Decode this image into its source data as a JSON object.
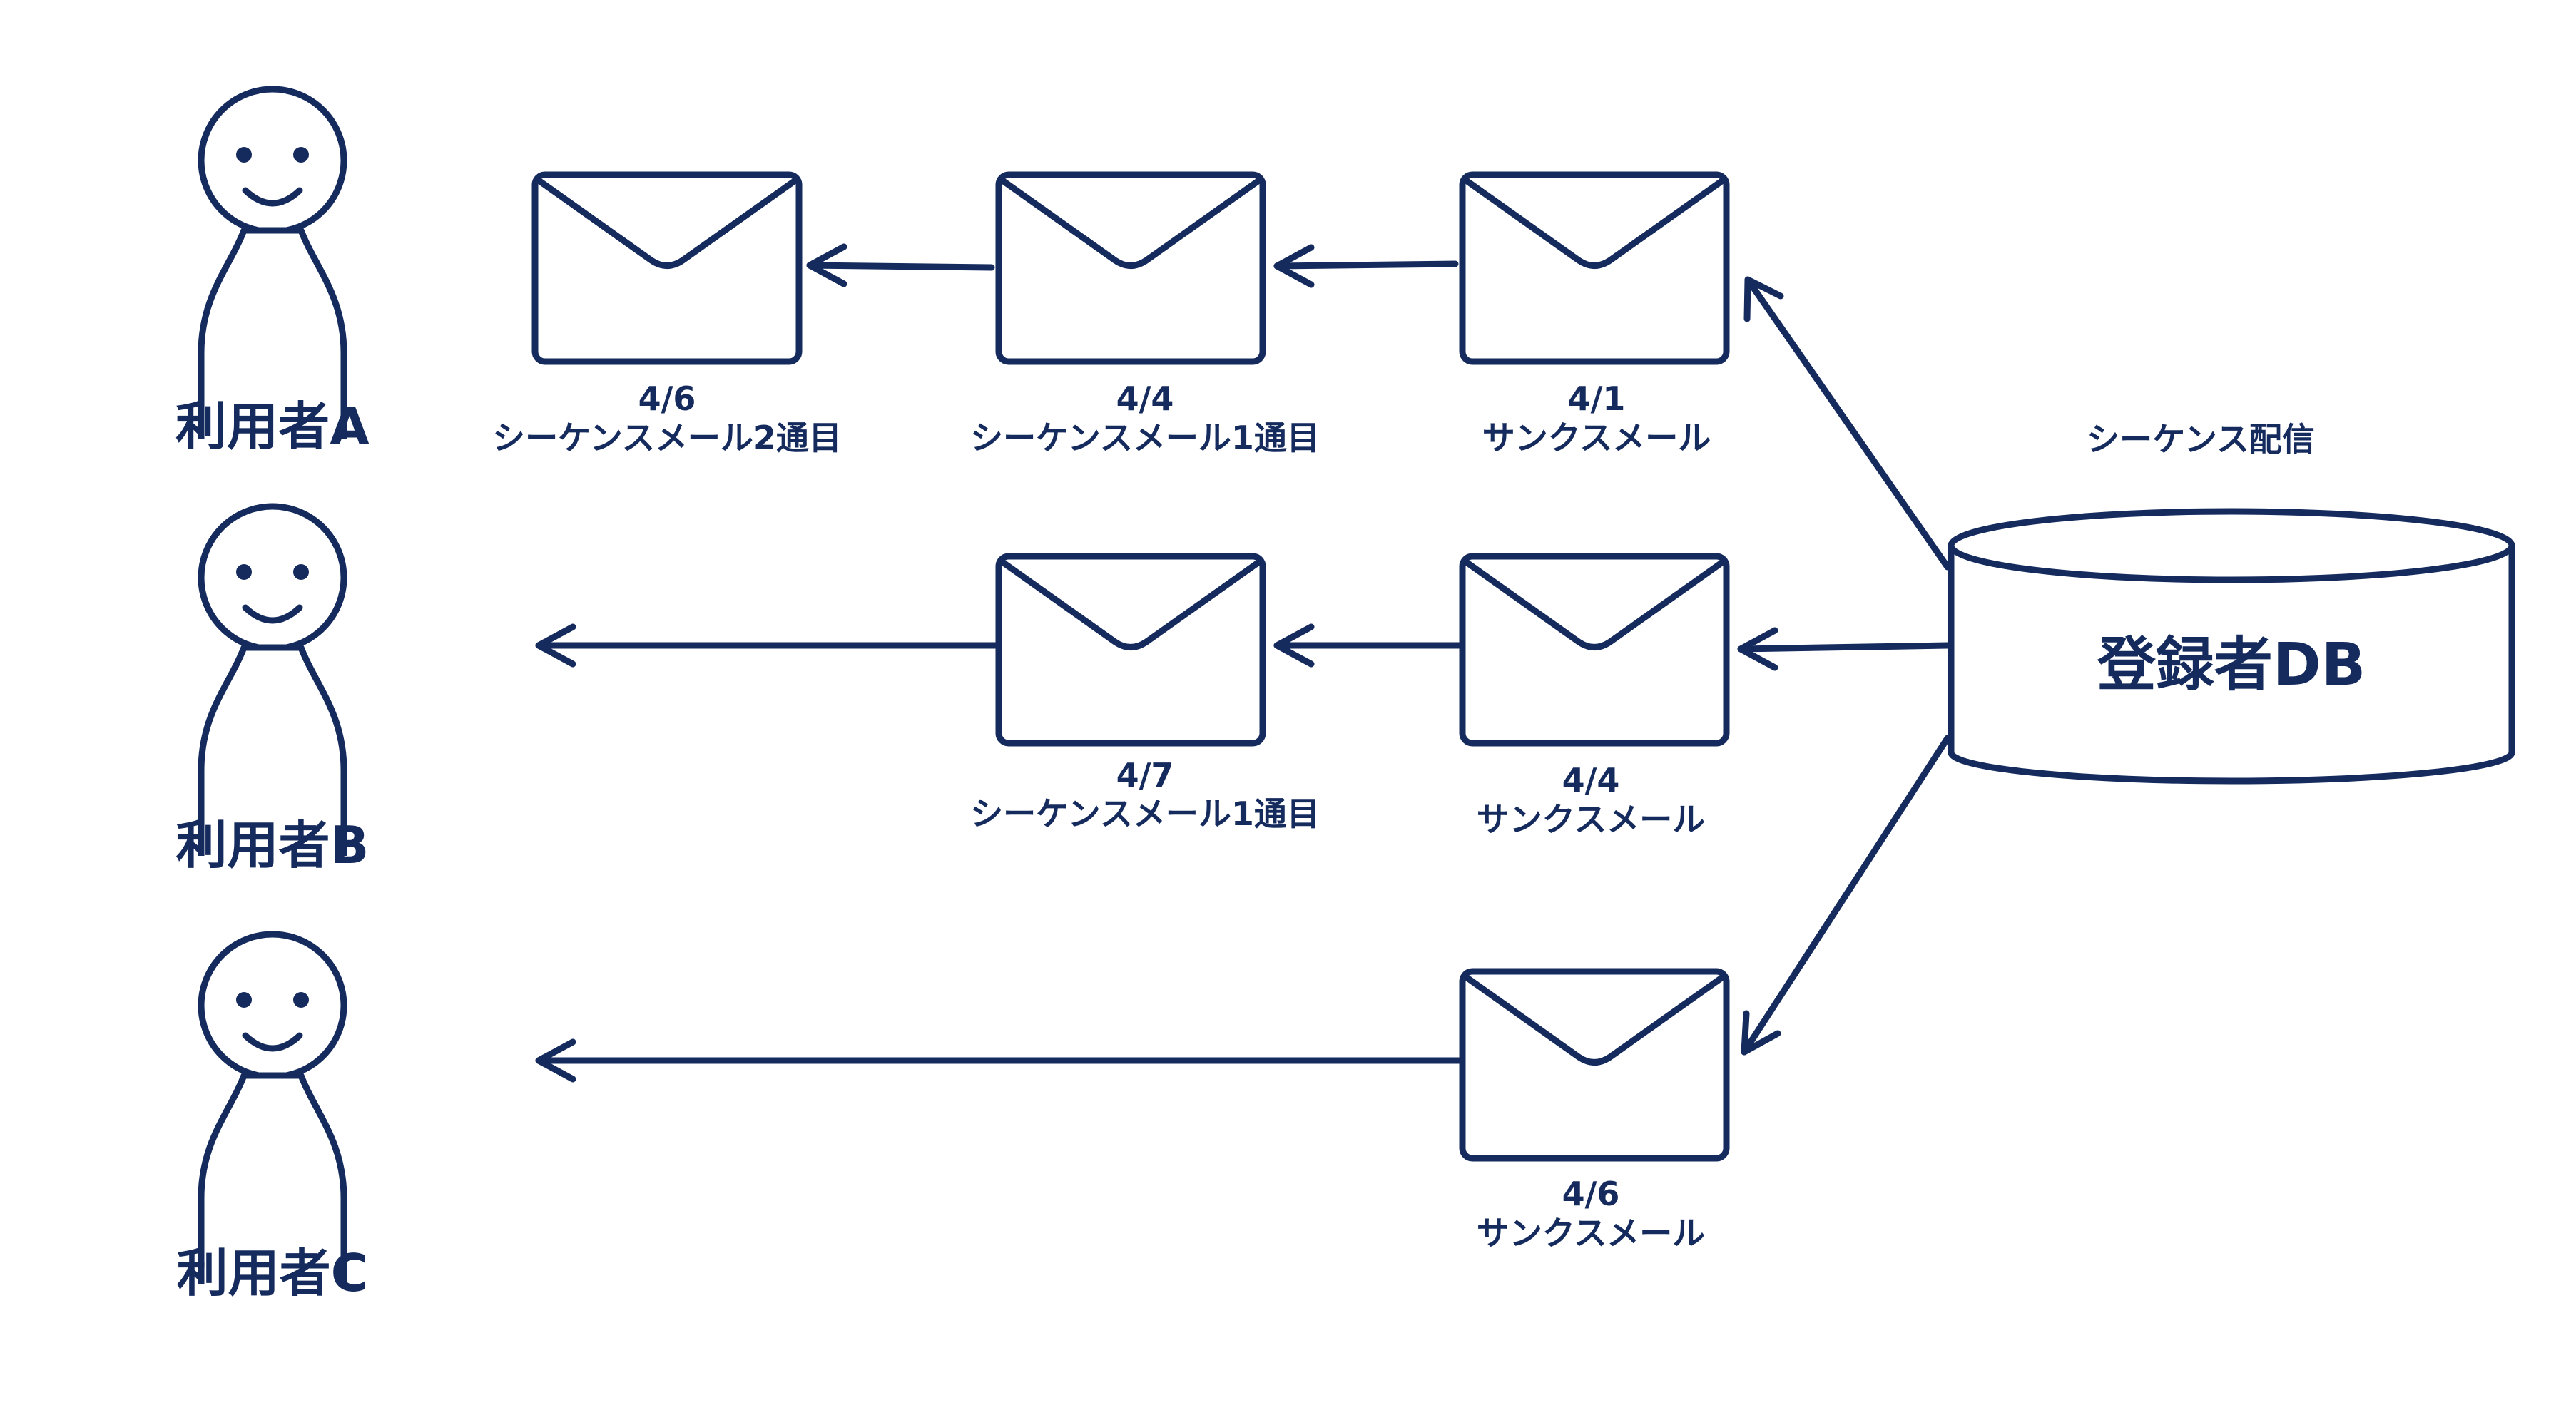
{
  "palette": {
    "ink": "#152b5e",
    "background": "#ffffff"
  },
  "users": [
    {
      "id": "a",
      "label": "利用者A",
      "icon": "person-icon"
    },
    {
      "id": "b",
      "label": "利用者B",
      "icon": "person-icon"
    },
    {
      "id": "c",
      "label": "利用者C",
      "icon": "person-icon"
    }
  ],
  "database": {
    "label": "登録者DB",
    "icon": "database-cylinder-icon"
  },
  "sequence_label": "シーケンス配信",
  "mails": {
    "a1": {
      "date": "4/1",
      "name": "サンクスメール",
      "icon": "envelope-icon"
    },
    "a2": {
      "date": "4/4",
      "name": "シーケンスメール1通目",
      "icon": "envelope-icon"
    },
    "a3": {
      "date": "4/6",
      "name": "シーケンスメール2通目",
      "icon": "envelope-icon"
    },
    "b1": {
      "date": "4/4",
      "name": "サンクスメール",
      "icon": "envelope-icon"
    },
    "b2": {
      "date": "4/7",
      "name": "シーケンスメール1通目",
      "icon": "envelope-icon"
    },
    "c1": {
      "date": "4/6",
      "name": "サンクスメール",
      "icon": "envelope-icon"
    }
  }
}
